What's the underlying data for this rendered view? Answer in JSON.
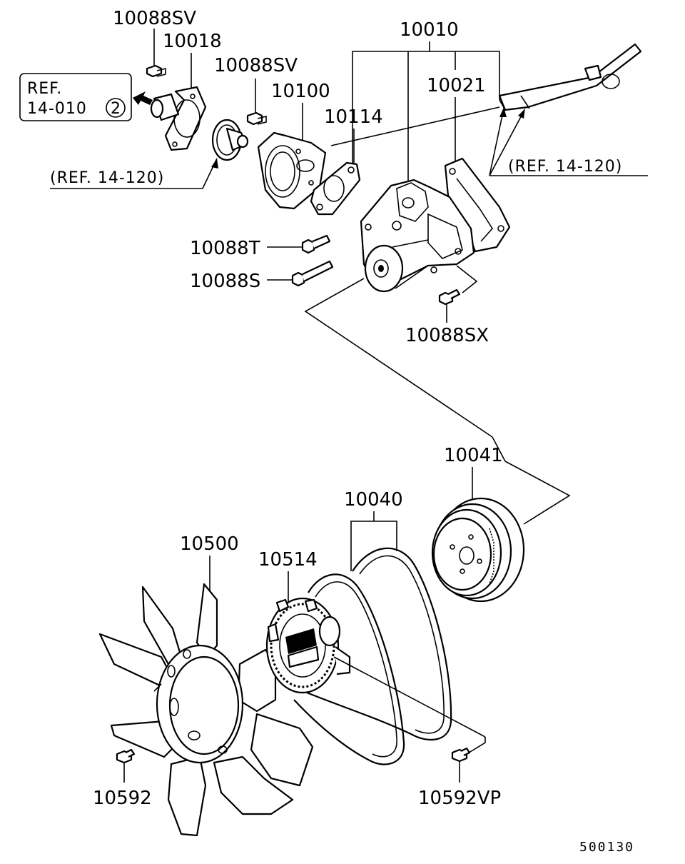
{
  "labels": {
    "p10088SV_top": "10088SV",
    "p10018": "10018",
    "p10088SV_mid": "10088SV",
    "p10100": "10100",
    "p10010": "10010",
    "p10021": "10021",
    "p10114": "10114",
    "p10088T": "10088T",
    "p10088S": "10088S",
    "p10088SX": "10088SX",
    "p10041": "10041",
    "p10040": "10040",
    "p10500": "10500",
    "p10514": "10514",
    "p10592": "10592",
    "p10592VP": "10592VP"
  },
  "refs": {
    "ref_box_line1": "REF.",
    "ref_box_line2": "14-010",
    "ref_box_circle": "2",
    "ref_left": "(REF. 14-120)",
    "ref_right": "(REF. 14-120)"
  },
  "diagram_code": "500130"
}
